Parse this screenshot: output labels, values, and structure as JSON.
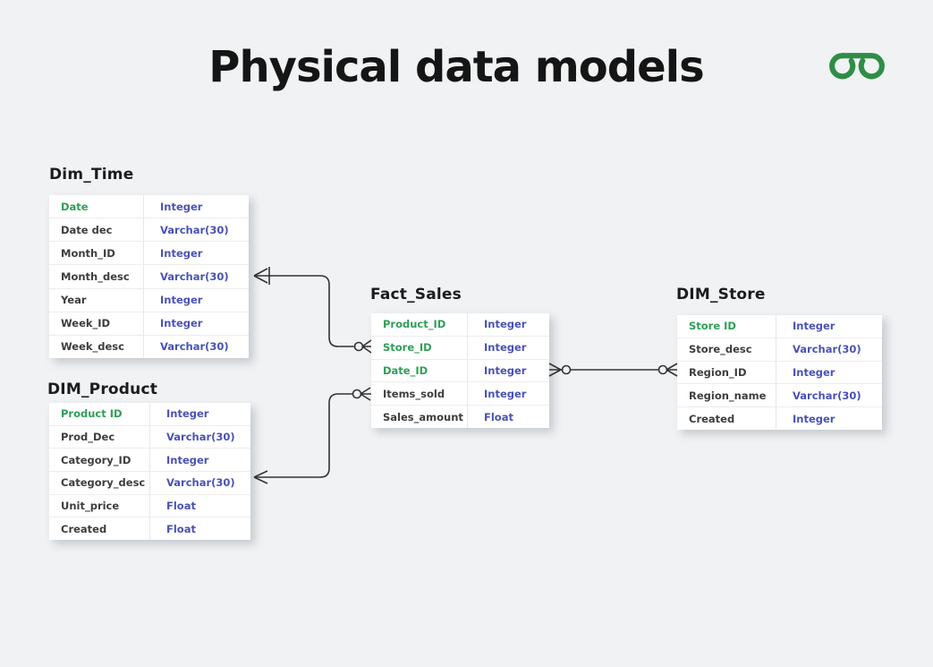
{
  "page": {
    "title": "Physical data models",
    "logo": {
      "name": "GeeksforGeeks",
      "color": "#2f8d46"
    }
  },
  "colors": {
    "background": "#f0f2f4",
    "table_background": "#ffffff",
    "key_field_green": "#2f9e57",
    "type_indigo": "#4a52b5",
    "field_text": "#3d3d3d",
    "title_text": "#151515",
    "connector": "#333333"
  },
  "tables": [
    {
      "name": "Dim_Time",
      "rows": [
        {
          "field": "Date",
          "type": "Integer",
          "key": true
        },
        {
          "field": "Date dec",
          "type": "Varchar(30)",
          "key": false
        },
        {
          "field": "Month_ID",
          "type": "Integer",
          "key": false
        },
        {
          "field": "Month_desc",
          "type": "Varchar(30)",
          "key": false
        },
        {
          "field": "Year",
          "type": "Integer",
          "key": false
        },
        {
          "field": "Week_ID",
          "type": "Integer",
          "key": false
        },
        {
          "field": "Week_desc",
          "type": "Varchar(30)",
          "key": false
        }
      ]
    },
    {
      "name": "DIM_Product",
      "rows": [
        {
          "field": "Product ID",
          "type": "Integer",
          "key": true
        },
        {
          "field": "Prod_Dec",
          "type": "Varchar(30)",
          "key": false
        },
        {
          "field": "Category_ID",
          "type": "Integer",
          "key": false
        },
        {
          "field": "Category_desc",
          "type": "Varchar(30)",
          "key": false
        },
        {
          "field": "Unit_price",
          "type": "Float",
          "key": false
        },
        {
          "field": "Created",
          "type": "Float",
          "key": false
        }
      ]
    },
    {
      "name": "Fact_Sales",
      "rows": [
        {
          "field": "Product_ID",
          "type": "Integer",
          "key": true
        },
        {
          "field": "Store_ID",
          "type": "Integer",
          "key": true
        },
        {
          "field": "Date_ID",
          "type": "Integer",
          "key": true
        },
        {
          "field": "Items_sold",
          "type": "Integer",
          "key": false
        },
        {
          "field": "Sales_amount",
          "type": "Float",
          "key": false
        }
      ]
    },
    {
      "name": "DIM_Store",
      "rows": [
        {
          "field": "Store ID",
          "type": "Integer",
          "key": true
        },
        {
          "field": "Store_desc",
          "type": "Varchar(30)",
          "key": false
        },
        {
          "field": "Region_ID",
          "type": "Integer",
          "key": false
        },
        {
          "field": "Region_name",
          "type": "Varchar(30)",
          "key": false
        },
        {
          "field": "Created",
          "type": "Integer",
          "key": false
        }
      ]
    }
  ],
  "relationships": [
    {
      "from_table": "Dim_Time",
      "from_row": "Month_desc",
      "from_notation": "crow-foot with bar",
      "to_table": "Fact_Sales",
      "to_row": "Store_ID",
      "to_notation": "circle + crow-foot (zero or many)"
    },
    {
      "from_table": "DIM_Product",
      "from_row": "Category_desc",
      "from_notation": "crow-foot",
      "to_table": "Fact_Sales",
      "to_row": "Items_sold",
      "to_notation": "circle + crow-foot (zero or many)"
    },
    {
      "from_table": "Fact_Sales",
      "from_row": "Date_ID",
      "from_notation": "crow-foot + circle (zero or many)",
      "to_table": "DIM_Store",
      "to_row": "Region_ID",
      "to_notation": "circle + crow-foot (zero or many)"
    }
  ]
}
